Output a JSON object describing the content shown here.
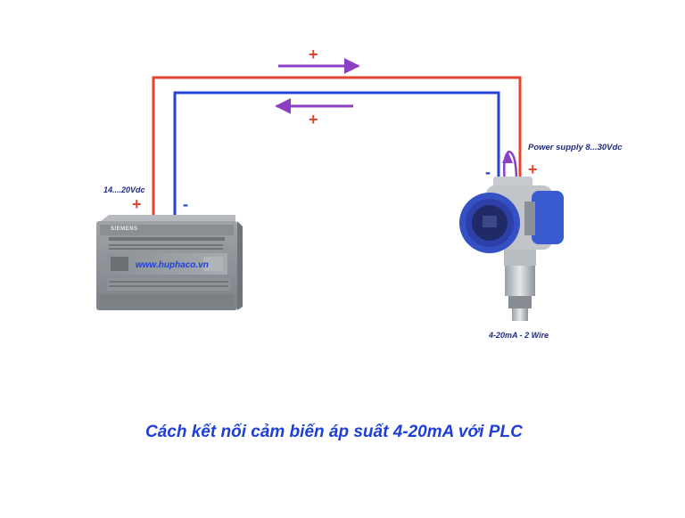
{
  "diagram": {
    "title": "Cách kết nối cảm biến áp suất 4-20mA với PLC",
    "plc": {
      "voltage_label": "14....20Vdc",
      "watermark": "www.huphaco.vn",
      "brand": "SIEMENS",
      "plus_sign": "+",
      "minus_sign": "-"
    },
    "sensor": {
      "power_label": "Power supply 8...30Vdc",
      "type_label": "4-20mA - 2 Wire",
      "plus_sign": "+",
      "minus_sign": "-"
    },
    "arrows": {
      "top_sign": "+",
      "bottom_sign": "+"
    },
    "colors": {
      "positive_wire": "#e8432e",
      "negative_wire": "#2742d6",
      "arrow": "#8a3fc4",
      "sign_red": "#e8432e",
      "sign_blue": "#2742d6",
      "title": "#1f3fd6",
      "watermark": "#1f3fd6",
      "sensor_housing": "#3a5bd0"
    }
  }
}
